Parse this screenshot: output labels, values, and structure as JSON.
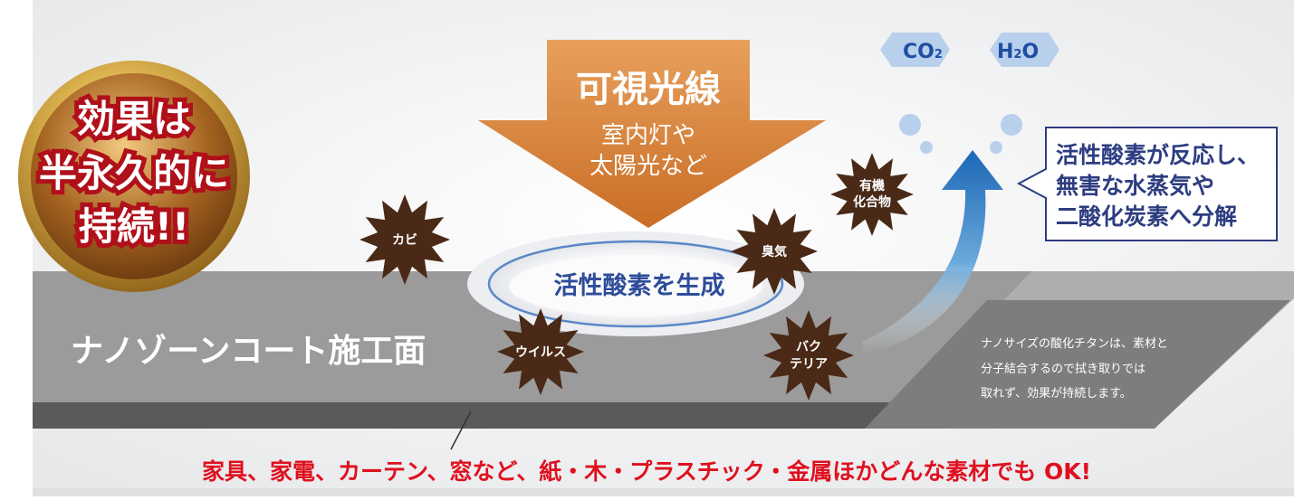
{
  "badge": {
    "line1": "効果は",
    "line2": "半永久的に",
    "line3": "持続!!"
  },
  "arrow": {
    "title": "可視光線",
    "sub1": "室内灯や",
    "sub2": "太陽光など"
  },
  "bubbles": {
    "co2": "CO",
    "co2_sub": "2",
    "h2o_h": "H",
    "h2o_sub": "2",
    "h2o_o": "O"
  },
  "callout": {
    "line1": "活性酸素が反応し、",
    "line2": "無害な水蒸気や",
    "line3": "二酸化炭素へ分解"
  },
  "surface": {
    "label": "ナノゾーンコート施工面"
  },
  "ellipse": {
    "label": "活性酸素を生成"
  },
  "germs": {
    "mold": "カビ",
    "odor": "臭気",
    "organic1": "有機",
    "organic2": "化合物",
    "virus": "ウイルス",
    "bacteria1": "バク",
    "bacteria2": "テリア"
  },
  "note": {
    "line1": "ナノサイズの酸化チタンは、素材と",
    "line2": "分子結合するので拭き取りでは",
    "line3": "取れず、効果が持続します。"
  },
  "footer": {
    "text": "家具、家電、カーテン、窓など、紙・木・プラスチック・金属ほかどんな素材でも OK!"
  },
  "colors": {
    "accent_red": "#e0101f",
    "germ_brown": "#4a2a17",
    "arrow_orange": "#d8803a",
    "callout_blue": "#2d3d80",
    "bubble_blue": "#b9d0ec"
  }
}
